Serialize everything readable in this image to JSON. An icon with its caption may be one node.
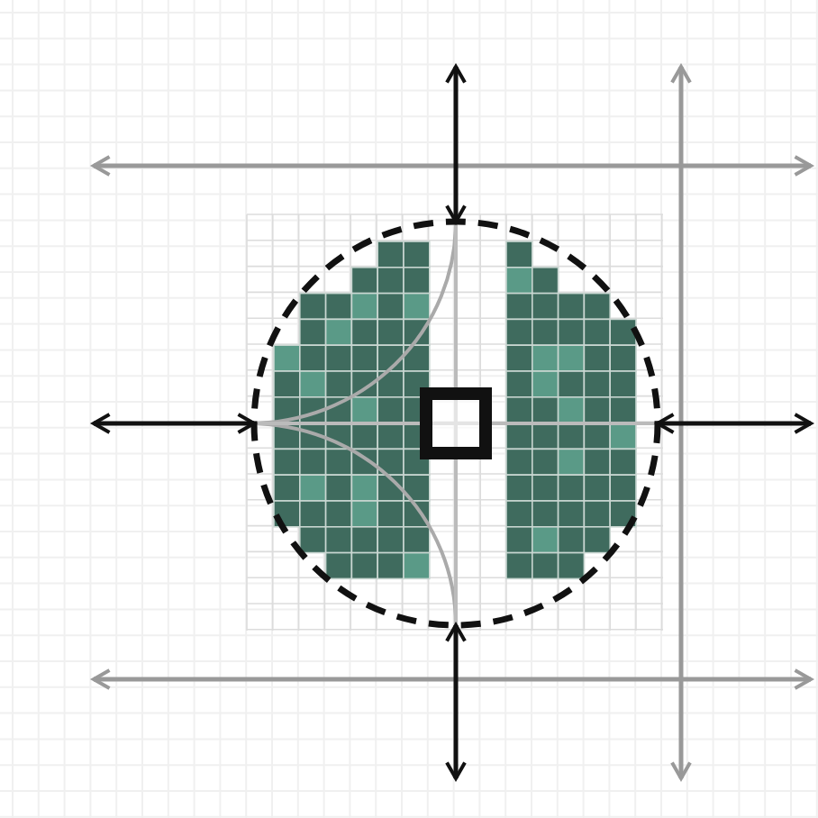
{
  "diagram": {
    "nodes": [
      {
        "text": [],
        "shape": "circle"
      },
      {
        "text": [],
        "shape": "box",
        "in": 0
      }
    ]
  }
}
